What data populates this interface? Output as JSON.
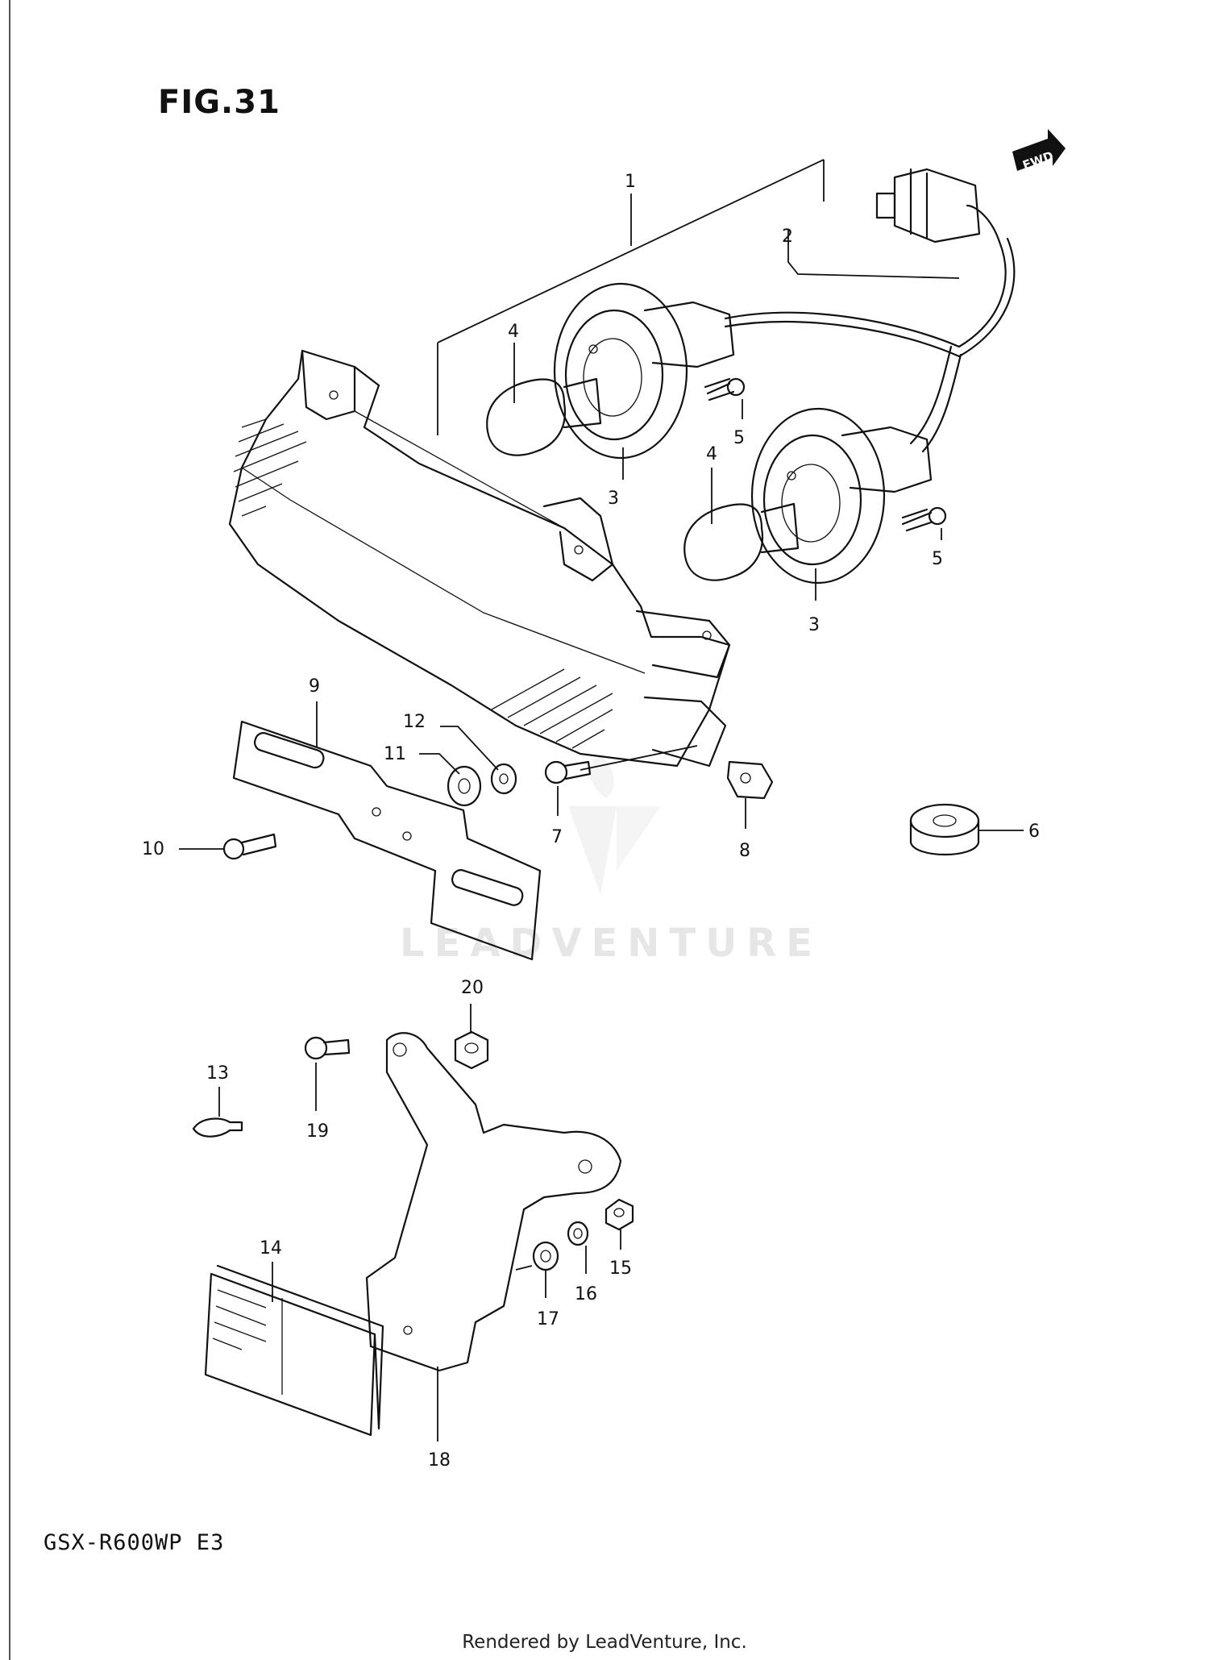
{
  "figure_title": "FIG.31",
  "fwd_tag": "FWD",
  "model_code": "GSX-R600WP  E3",
  "watermark": "LEADVENTURE",
  "footer": "Rendered by LeadVenture, Inc.",
  "callouts": [
    "1",
    "2",
    "3",
    "3",
    "4",
    "4",
    "5",
    "5",
    "6",
    "7",
    "8",
    "9",
    "10",
    "11",
    "12",
    "13",
    "14",
    "15",
    "16",
    "17",
    "18",
    "19",
    "20"
  ]
}
